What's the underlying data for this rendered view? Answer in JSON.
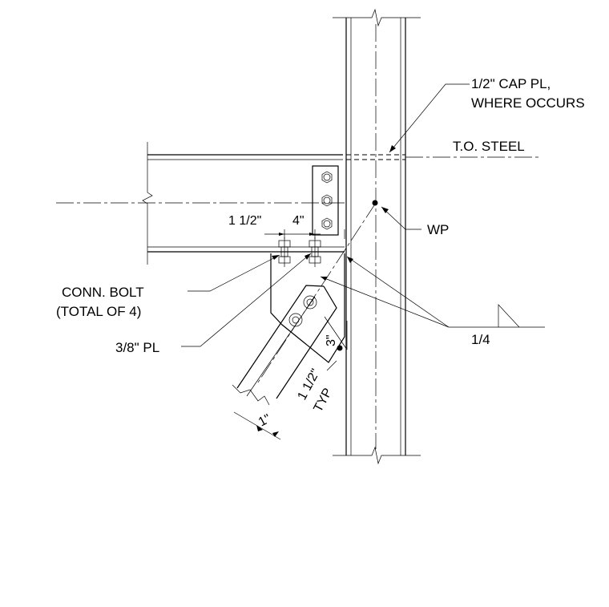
{
  "labels": {
    "cap_pl": "1/2\" CAP PL,",
    "where_occurs": "WHERE OCCURS",
    "to_steel": "T.O. STEEL",
    "wp": "WP",
    "conn_bolt": "CONN. BOLT",
    "total_of_4": "(TOTAL OF 4)",
    "plate": "3/8\" PL",
    "weld_size": "1/4"
  },
  "dimensions": {
    "edge_dist": "1 1/2\"",
    "bolt_spacing": "4\"",
    "brace_gauge": "3\"",
    "brace_edge": "1 1/2\"",
    "typ": "TYP",
    "brace_edge_small": "1\""
  },
  "colors": {
    "line": "#000000",
    "background": "#ffffff"
  }
}
